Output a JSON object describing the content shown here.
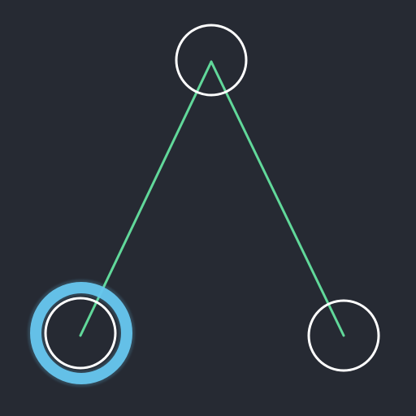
{
  "colors": {
    "background": "#262a33",
    "edge": "#61d89a",
    "node_outline": "#ffffff",
    "selected_glow": "#67c7f0"
  },
  "diagram": {
    "nodes": [
      {
        "id": "top-node",
        "selected": false
      },
      {
        "id": "bottom-left-node",
        "selected": true
      },
      {
        "id": "bottom-right-node",
        "selected": false
      }
    ],
    "edges": [
      {
        "from": "top-node",
        "to": "bottom-left-node"
      },
      {
        "from": "top-node",
        "to": "bottom-right-node"
      }
    ]
  }
}
